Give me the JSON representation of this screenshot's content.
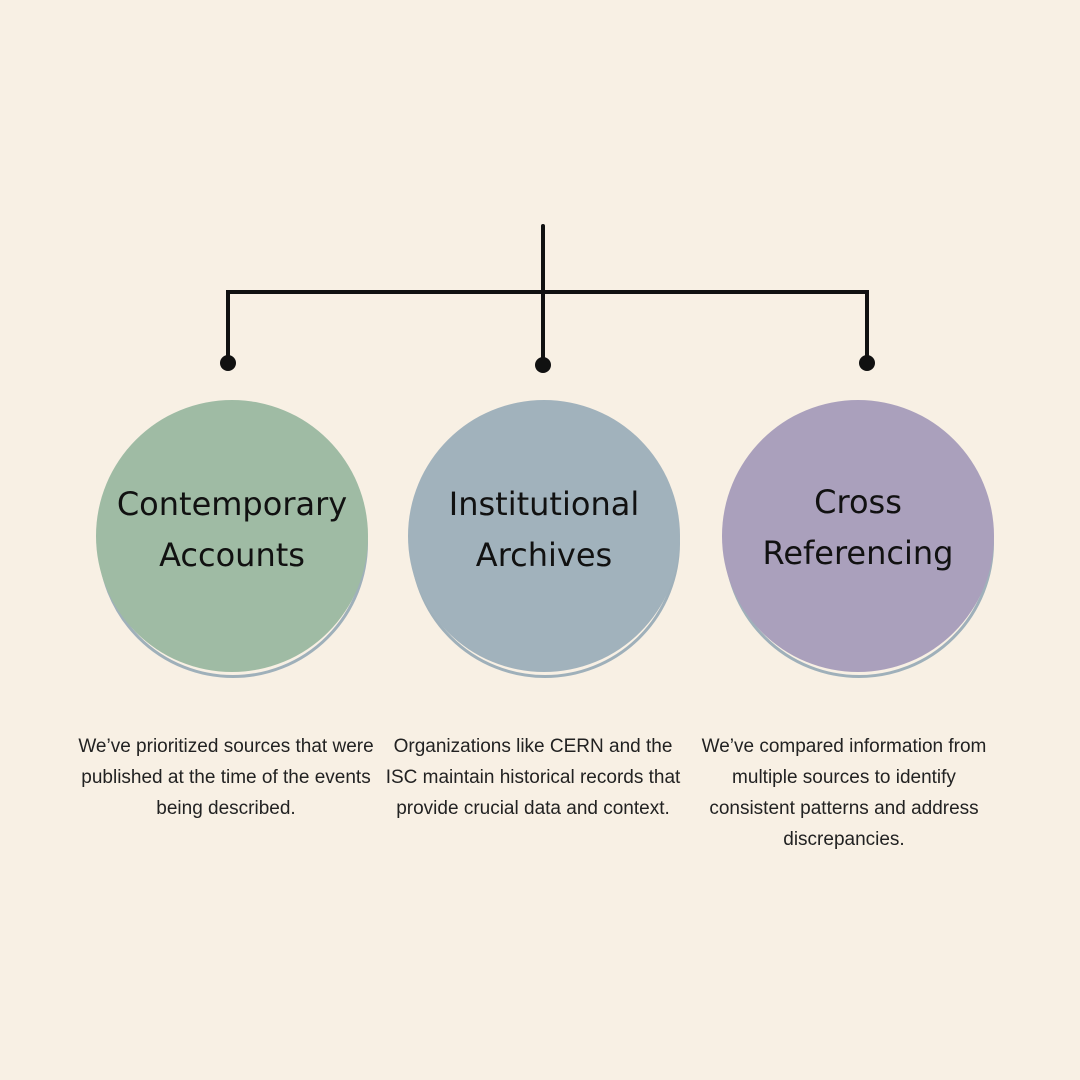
{
  "colors": {
    "background": "#f8f0e4",
    "line": "#111111",
    "ring": "#9fb0ba"
  },
  "nodes": [
    {
      "title_line1": "Contemporary",
      "title_line2": "Accounts",
      "fill": "#9fbba4",
      "description": "We’ve prioritized sources that were published at the time of the events being described."
    },
    {
      "title_line1": "Institutional",
      "title_line2": "Archives",
      "fill": "#a1b2bc",
      "description": "Organizations like CERN and the ISC maintain historical records that provide crucial data and context."
    },
    {
      "title_line1": "Cross",
      "title_line2": "Referencing",
      "fill": "#aaa0bc",
      "description": "We’ve compared information from multiple sources to identify consistent patterns and address discrepancies."
    }
  ]
}
